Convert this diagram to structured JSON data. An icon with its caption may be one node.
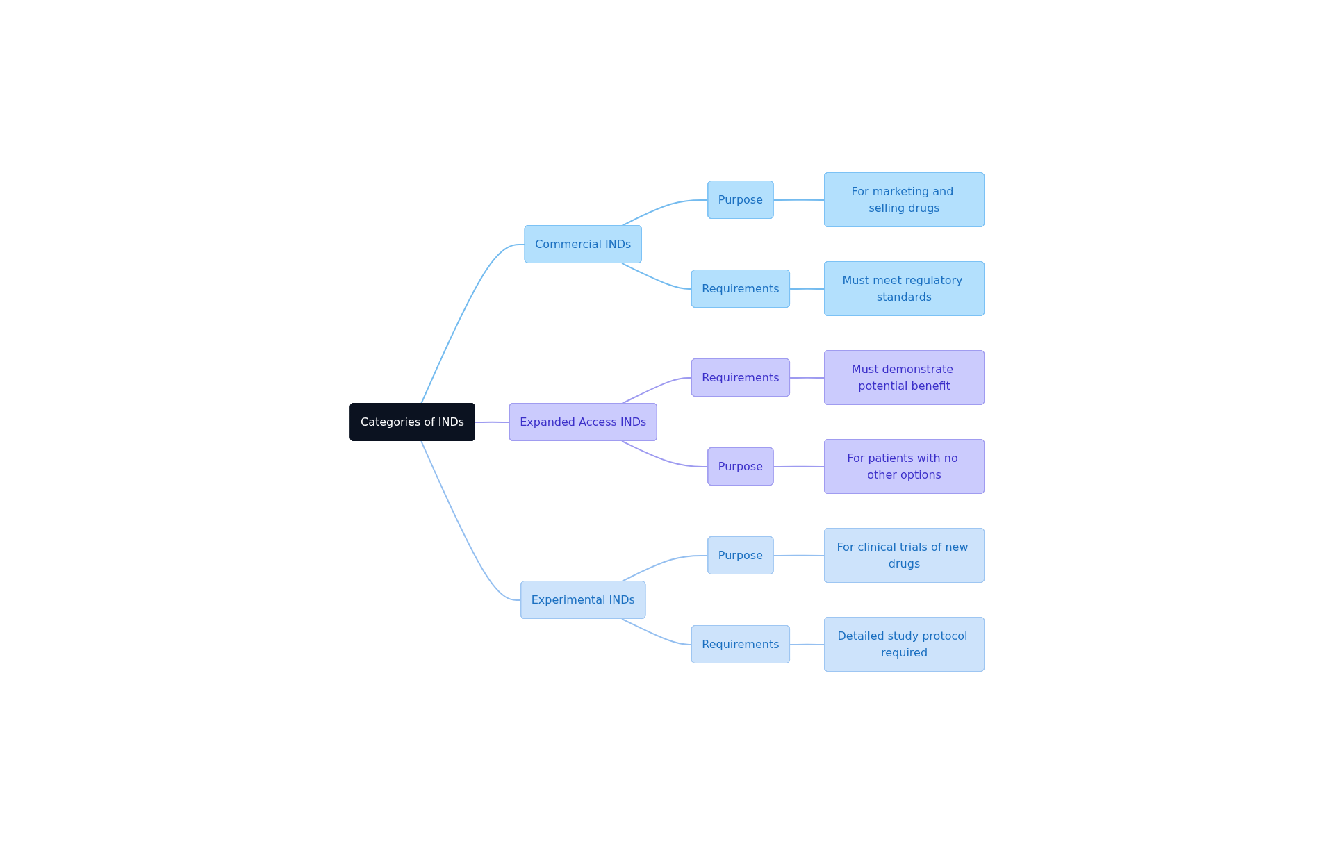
{
  "diagram": {
    "nodes": [
      {
        "text": [
          "Categories of INDs"
        ]
      },
      {
        "text": [
          "Commercial INDs"
        ]
      },
      {
        "text": [
          "Purpose"
        ]
      },
      {
        "text": [
          "For marketing and selling drugs"
        ]
      },
      {
        "text": [
          "Requirements"
        ]
      },
      {
        "text": [
          "Must meet regulatory standards"
        ]
      },
      {
        "text": [
          "Expanded Access INDs"
        ]
      },
      {
        "text": [
          "Requirements"
        ]
      },
      {
        "text": [
          "Must demonstrate potential benefit"
        ]
      },
      {
        "text": [
          "Purpose"
        ]
      },
      {
        "text": [
          "For patients with no other options"
        ]
      },
      {
        "text": [
          "Experimental INDs"
        ]
      },
      {
        "text": [
          "Purpose"
        ]
      },
      {
        "text": [
          "For clinical trials of new drugs"
        ]
      },
      {
        "text": [
          "Requirements"
        ]
      },
      {
        "text": [
          "Detailed study protocol required"
        ]
      }
    ],
    "edges": [
      {
        "from": 0,
        "to": 1,
        "arrow": "none",
        "color": "#74bbef"
      },
      {
        "from": 1,
        "to": 2,
        "arrow": "none",
        "color": "#74bbef"
      },
      {
        "from": 2,
        "to": 3,
        "arrow": "none",
        "color": "#74bbef"
      },
      {
        "from": 1,
        "to": 4,
        "arrow": "none",
        "color": "#74bbef"
      },
      {
        "from": 4,
        "to": 5,
        "arrow": "none",
        "color": "#74bbef"
      },
      {
        "from": 0,
        "to": 6,
        "arrow": "none",
        "color": "#9d9af0"
      },
      {
        "from": 6,
        "to": 7,
        "arrow": "none",
        "color": "#9d9af0"
      },
      {
        "from": 7,
        "to": 8,
        "arrow": "none",
        "color": "#9d9af0"
      },
      {
        "from": 6,
        "to": 9,
        "arrow": "none",
        "color": "#9d9af0"
      },
      {
        "from": 9,
        "to": 10,
        "arrow": "none",
        "color": "#9d9af0"
      },
      {
        "from": 0,
        "to": 11,
        "arrow": "none",
        "color": "#94bff0"
      },
      {
        "from": 11,
        "to": 12,
        "arrow": "none",
        "color": "#94bff0"
      },
      {
        "from": 12,
        "to": 13,
        "arrow": "none",
        "color": "#94bff0"
      },
      {
        "from": 11,
        "to": 14,
        "arrow": "none",
        "color": "#94bff0"
      },
      {
        "from": 14,
        "to": 15,
        "arrow": "none",
        "color": "#94bff0"
      }
    ]
  }
}
